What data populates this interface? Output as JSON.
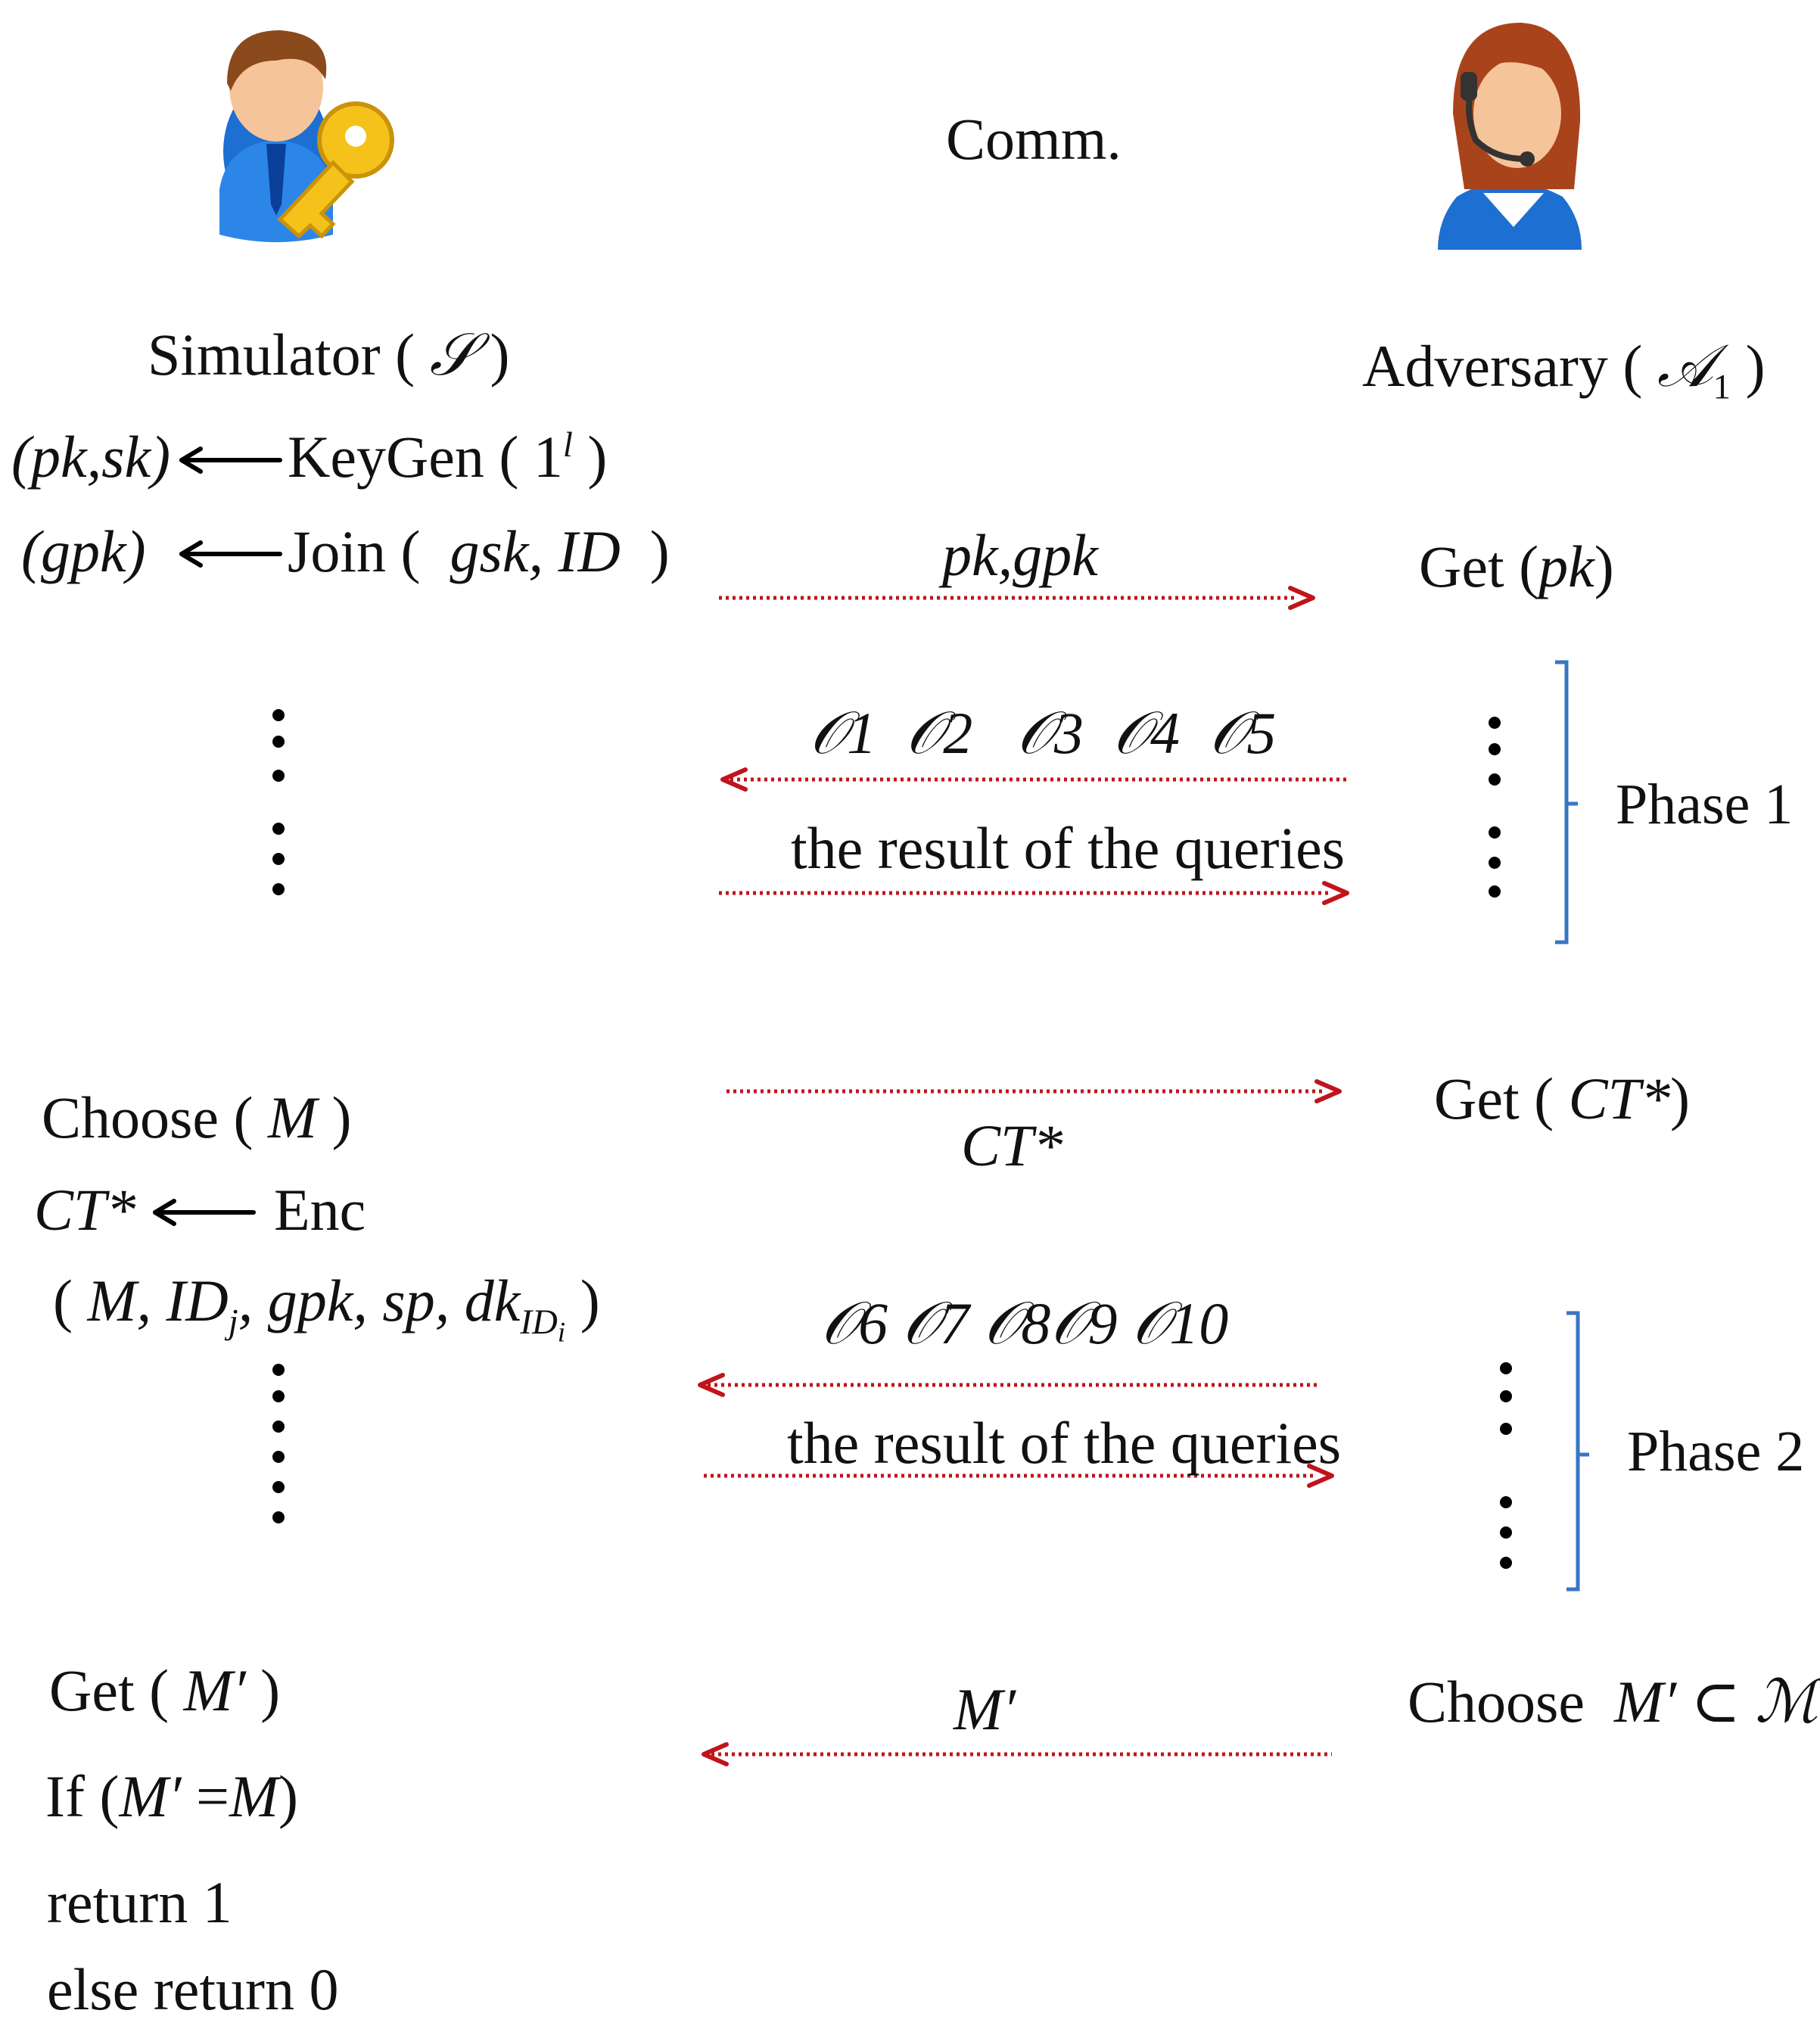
{
  "header": {
    "comm": "Comm."
  },
  "simulator": {
    "name": "Simulator",
    "symbol": "𝒮",
    "keygen_lhs": "(pk,sk)",
    "keygen_fn": "KeyGen",
    "keygen_arg": "1",
    "keygen_sup": "l",
    "join_lhs": "(gpk)",
    "join_fn": "Join",
    "join_args": "gsk, ID",
    "choose": "Choose",
    "choose_arg": "M",
    "ct_lhs": "CT*",
    "enc_fn": "Enc",
    "enc_args_a": "M, ID",
    "enc_sub_j": "j",
    "enc_args_b": ", gpk, sp, dk",
    "enc_sub_id": "ID",
    "enc_sub_i": "i",
    "get": "Get",
    "get_arg": "M′",
    "if_kw": "If",
    "if_lhs": "M′",
    "if_eq": "=",
    "if_rhs": "M",
    "return1": "return 1",
    "return0": "else return 0"
  },
  "adversary": {
    "name": "Adversary",
    "symbol": "𝒜",
    "symbol_sub": "1",
    "get_pk": "Get",
    "get_pk_arg": "pk",
    "get_ct": "Get",
    "get_ct_arg": "CT*",
    "choose": "Choose",
    "choose_arg": "M′ ⊂ ℳ"
  },
  "messages": {
    "msg1": "pk,gpk",
    "oracles1": [
      "𝒪1",
      "𝒪2",
      "𝒪3",
      "𝒪4",
      "𝒪5"
    ],
    "result1": "the result of the queries",
    "ct": "CT*",
    "oracles2": [
      "𝒪6",
      "𝒪7",
      "𝒪8",
      "𝒪9",
      "𝒪10"
    ],
    "result2": "the result of the queries",
    "mprime": "M′"
  },
  "phases": {
    "phase1": "Phase 1",
    "phase2": "Phase 2"
  },
  "colors": {
    "arrow": "#c0141c",
    "brace": "#3a75c4",
    "text": "#111111"
  }
}
